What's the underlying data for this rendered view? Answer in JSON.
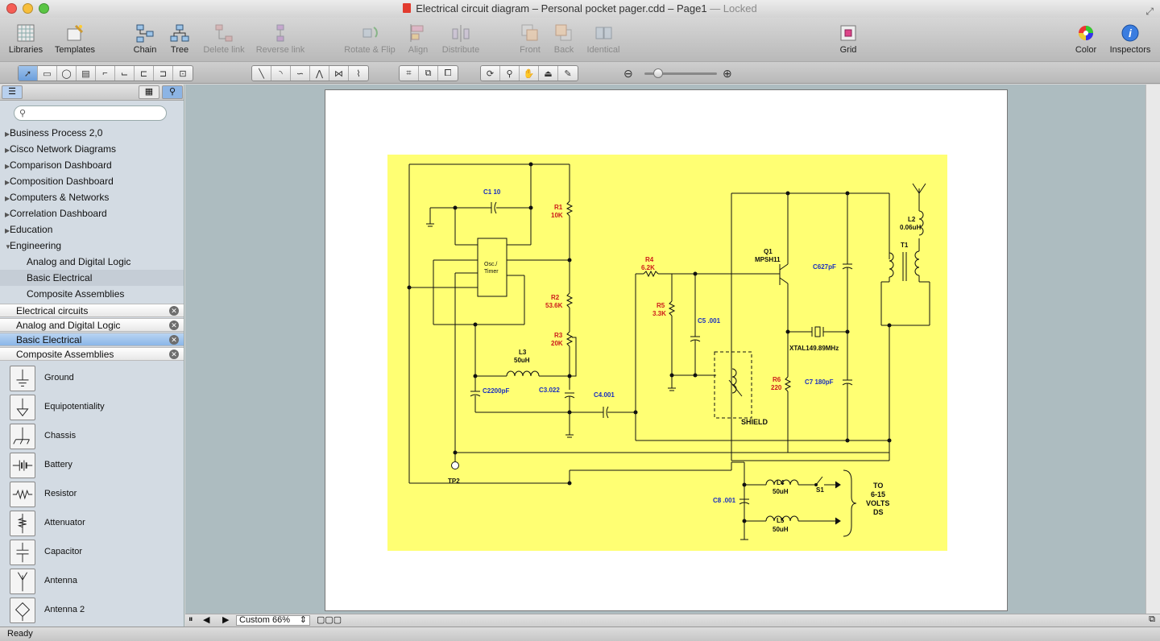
{
  "window": {
    "title": "Electrical circuit diagram – Personal pocket pager.cdd – Page1",
    "status_suffix": "— Locked"
  },
  "toolbar": {
    "libraries": "Libraries",
    "templates": "Templates",
    "chain": "Chain",
    "tree": "Tree",
    "delete_link": "Delete link",
    "reverse_link": "Reverse link",
    "rotate_flip": "Rotate & Flip",
    "align": "Align",
    "distribute": "Distribute",
    "front": "Front",
    "back": "Back",
    "identical": "Identical",
    "grid": "Grid",
    "color": "Color",
    "inspectors": "Inspectors"
  },
  "sidebar": {
    "search_placeholder": "",
    "tree": [
      {
        "label": "Business Process 2,0",
        "expanded": false
      },
      {
        "label": "Cisco Network Diagrams",
        "expanded": false
      },
      {
        "label": "Comparison Dashboard",
        "expanded": false
      },
      {
        "label": "Composition Dashboard",
        "expanded": false
      },
      {
        "label": "Computers & Networks",
        "expanded": false
      },
      {
        "label": "Correlation Dashboard",
        "expanded": false
      },
      {
        "label": "Education",
        "expanded": false
      },
      {
        "label": "Engineering",
        "expanded": true
      }
    ],
    "children": [
      {
        "label": "Analog and Digital Logic"
      },
      {
        "label": "Basic Electrical"
      },
      {
        "label": "Composite Assemblies"
      }
    ],
    "libraries": [
      {
        "label": "Electrical circuits"
      },
      {
        "label": "Analog and Digital Logic"
      },
      {
        "label": "Basic Electrical"
      },
      {
        "label": "Composite Assemblies"
      }
    ],
    "shapes": [
      {
        "label": "Ground"
      },
      {
        "label": "Equipotentiality"
      },
      {
        "label": "Chassis"
      },
      {
        "label": "Battery"
      },
      {
        "label": "Resistor"
      },
      {
        "label": "Attenuator"
      },
      {
        "label": "Capacitor"
      },
      {
        "label": "Antenna"
      },
      {
        "label": "Antenna 2"
      }
    ]
  },
  "diagram": {
    "labels": {
      "c1": "C1 10",
      "r1": "R1",
      "r1v": "10K",
      "r2": "R2",
      "r2v": "53.6K",
      "r3": "R3",
      "r3v": "20K",
      "l3": "L3",
      "l3v": "50uH",
      "c2": "C2200pF",
      "c3": "C3.022",
      "c4": "C4.001",
      "tp2": "TP2",
      "osc1": "Osc./",
      "osc2": "Timer",
      "r4": "R4",
      "r4v": "6.2K",
      "r5": "R5",
      "r5v": "3.3K",
      "c5": "C5 .001",
      "q1": "Q1",
      "q1v": "MPSH11",
      "shield": "SHIELD",
      "r6": "R6",
      "r6v": "220",
      "xtal": "XTAL149.89MHz",
      "c6": "C627pF",
      "c7": "C7 180pF",
      "l2": "L2",
      "l2v": "0.06uH",
      "t1": "T1",
      "l4": "L4",
      "l4v": "50uH",
      "l5": "L5",
      "l5v": "50uH",
      "s1": "S1",
      "c8": "C8 .001",
      "to1": "TO",
      "to2": "6-15",
      "to3": "VOLTS",
      "to4": "DS"
    }
  },
  "zoom": {
    "value": "Custom 66%"
  },
  "status": {
    "text": "Ready"
  }
}
